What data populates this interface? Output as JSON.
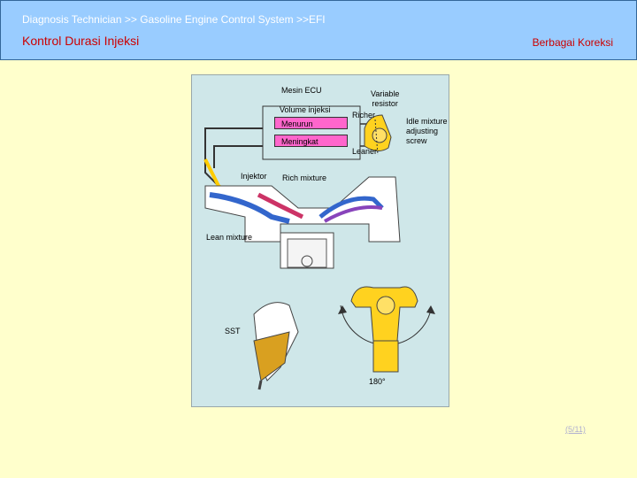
{
  "header": {
    "breadcrumb": "Diagnosis Technician >> Gasoline Engine Control System >>EFI",
    "title": "Kontrol Durasi Injeksi",
    "link": "Berbagai Koreksi"
  },
  "diagram": {
    "ecu": "Mesin ECU",
    "volume": "Volume injeksi",
    "decrease": "Menurun",
    "increase": "Meningkat",
    "variable_resistor": "Variable\nresistor",
    "richer": "Richer",
    "leaner": "Leaner",
    "idle_screw": "Idle mixture\nadjusting\nscrew",
    "injector": "Injektor",
    "rich_mixture": "Rich mixture",
    "lean_mixture": "Lean mixture",
    "sst": "SST",
    "angle": "180°"
  },
  "pager": {
    "label": "(5/11)"
  },
  "colors": {
    "header_bg": "#99CCFF",
    "page_bg": "#FFFFCC",
    "title": "#CC0000",
    "ecu_box": "#FF66CC"
  }
}
